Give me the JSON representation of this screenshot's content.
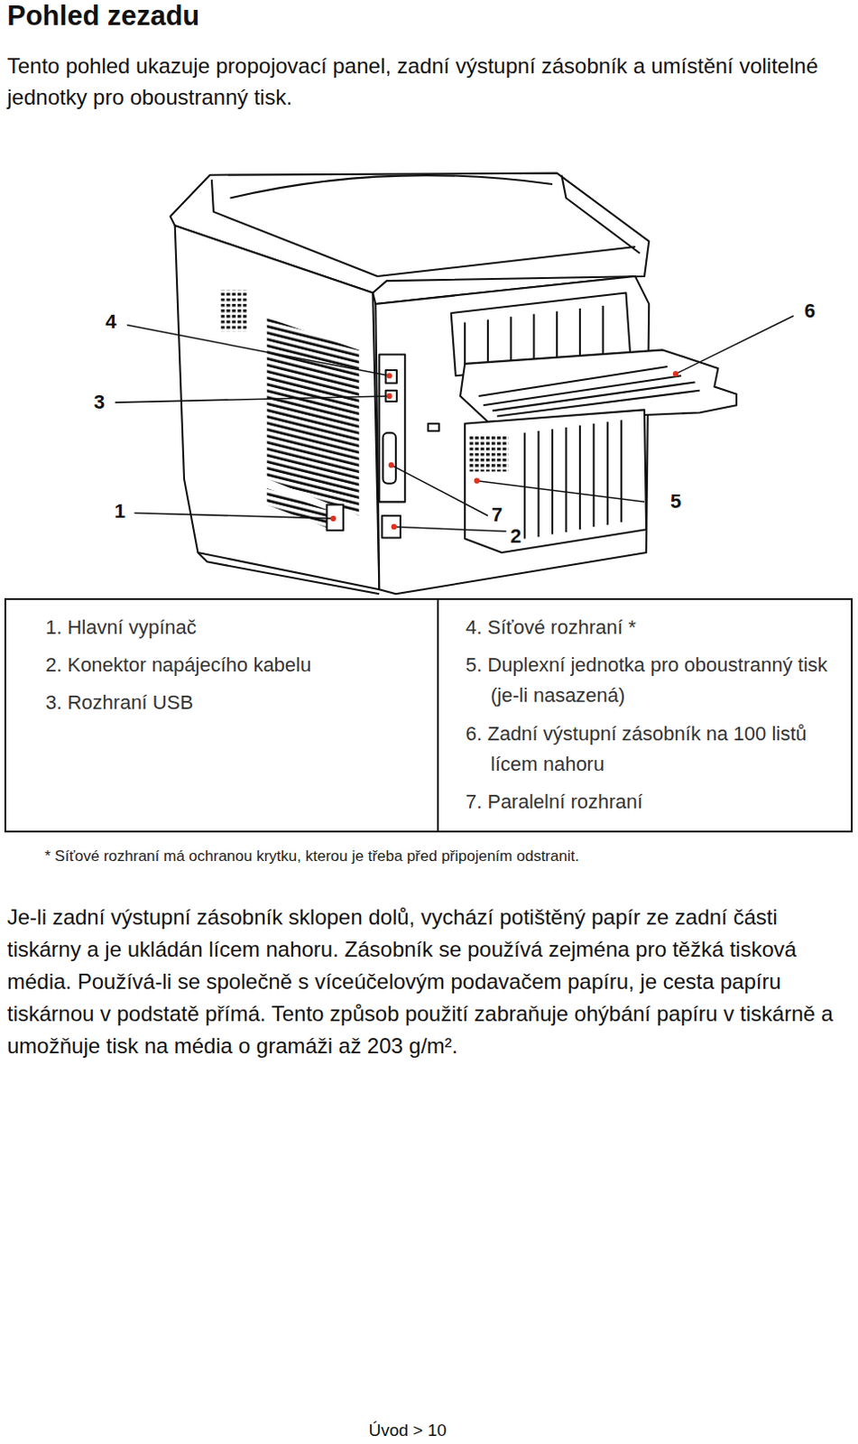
{
  "diagram": {
    "title": "Pohled zezadu",
    "nodes": [
      {
        "text": [
          "1. Hlavní vypínač",
          "2. Konektor napájecího kabelu",
          "3. Rozhraní USB"
        ]
      },
      {
        "text": [
          "4. Síťové rozhraní *",
          "5. Duplexní jednotka pro oboustranný tisk (je-li nasazená)",
          "6. Zadní výstupní zásobník na 100 listů lícem nahoru",
          "7. Paralelní rozhraní"
        ]
      }
    ],
    "labels": [
      "Tento pohled ukazuje propojovací panel, zadní výstupní zásobník a umístění volitelné jednotky pro oboustranný tisk.",
      "4",
      "3",
      "6",
      "1",
      "7",
      "5",
      "2",
      "* Síťové rozhraní má ochranou krytku, kterou je třeba před připojením odstranit.",
      "Je-li zadní výstupní zásobník sklopen dolů, vychází potištěný papír ze zadní části tiskárny a je ukládán lícem nahoru. Zásobník se používá zejména pro těžká tisková média. Používá-li se společně s víceúčelovým podavačem papíru, je cesta papíru tiskárnou v podstatě přímá. Tento způsob použití zabraňuje ohýbání papíru v tiskárně a umožňuje tisk na média o gramáži až 203 g/m².",
      "Úvod > 10"
    ]
  }
}
